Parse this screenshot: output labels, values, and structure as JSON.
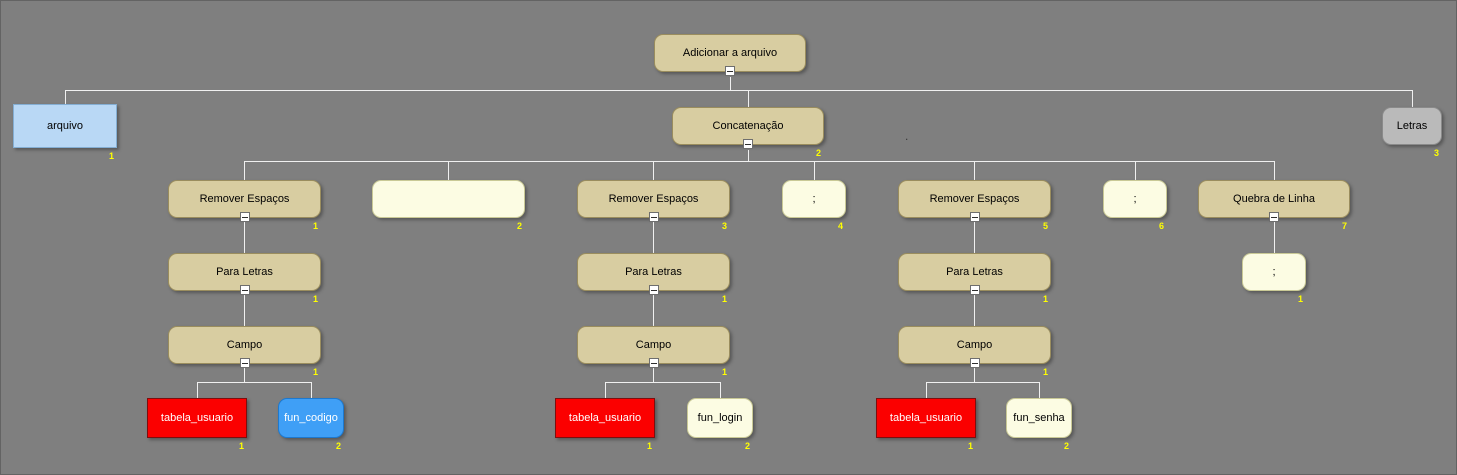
{
  "colors": {
    "background": "#7f7f7f",
    "node_tan": "#d8cda1",
    "node_pale_yellow": "#fcfce3",
    "node_light_blue": "#b9d8f5",
    "node_gray": "#bababa",
    "node_red": "#fb0000",
    "node_blue": "#3f9ff6",
    "connector_line": "#f0f0f0",
    "index_number": "#ffff00"
  },
  "icons": {
    "collapse_toggle": "minus-box"
  },
  "stray_dot": ".",
  "nodes": {
    "root": {
      "label": "Adicionar a arquivo",
      "number": "",
      "kind": "tan"
    },
    "arquivo": {
      "label": "arquivo",
      "number": "1",
      "kind": "light-blue"
    },
    "concat": {
      "label": "Concatenação",
      "number": "2",
      "kind": "tan"
    },
    "letras": {
      "label": "Letras",
      "number": "3",
      "kind": "gray"
    },
    "remover1": {
      "label": "Remover Espaços",
      "number": "1",
      "kind": "tan"
    },
    "sep2": {
      "label": "",
      "number": "2",
      "kind": "pale"
    },
    "remover2": {
      "label": "Remover Espaços",
      "number": "3",
      "kind": "tan"
    },
    "sep4": {
      "label": ";",
      "number": "4",
      "kind": "pale"
    },
    "remover3": {
      "label": "Remover Espaços",
      "number": "5",
      "kind": "tan"
    },
    "sep6": {
      "label": ";",
      "number": "6",
      "kind": "pale"
    },
    "quebra": {
      "label": "Quebra de Linha",
      "number": "7",
      "kind": "tan"
    },
    "para1": {
      "label": "Para Letras",
      "number": "1",
      "kind": "tan"
    },
    "para2": {
      "label": "Para Letras",
      "number": "1",
      "kind": "tan"
    },
    "para3": {
      "label": "Para Letras",
      "number": "1",
      "kind": "tan"
    },
    "sepq": {
      "label": ";",
      "number": "1",
      "kind": "pale"
    },
    "campo1": {
      "label": "Campo",
      "number": "1",
      "kind": "tan"
    },
    "campo2": {
      "label": "Campo",
      "number": "1",
      "kind": "tan"
    },
    "campo3": {
      "label": "Campo",
      "number": "1",
      "kind": "tan"
    },
    "tabela1": {
      "label": "tabela_usuario",
      "number": "1",
      "kind": "red"
    },
    "fun_codigo": {
      "label": "fun_codigo",
      "number": "2",
      "kind": "blue"
    },
    "tabela2": {
      "label": "tabela_usuario",
      "number": "1",
      "kind": "red"
    },
    "fun_login": {
      "label": "fun_login",
      "number": "2",
      "kind": "pale"
    },
    "tabela3": {
      "label": "tabela_usuario",
      "number": "1",
      "kind": "red"
    },
    "fun_senha": {
      "label": "fun_senha",
      "number": "2",
      "kind": "pale"
    }
  },
  "hierarchy": {
    "root": [
      "arquivo",
      "concat",
      "letras"
    ],
    "concat": [
      "remover1",
      "sep2",
      "remover2",
      "sep4",
      "remover3",
      "sep6",
      "quebra"
    ],
    "remover1": [
      "para1"
    ],
    "para1": [
      "campo1"
    ],
    "campo1": [
      "tabela1",
      "fun_codigo"
    ],
    "remover2": [
      "para2"
    ],
    "para2": [
      "campo2"
    ],
    "campo2": [
      "tabela2",
      "fun_login"
    ],
    "remover3": [
      "para3"
    ],
    "para3": [
      "campo3"
    ],
    "campo3": [
      "tabela3",
      "fun_senha"
    ],
    "quebra": [
      "sepq"
    ]
  }
}
